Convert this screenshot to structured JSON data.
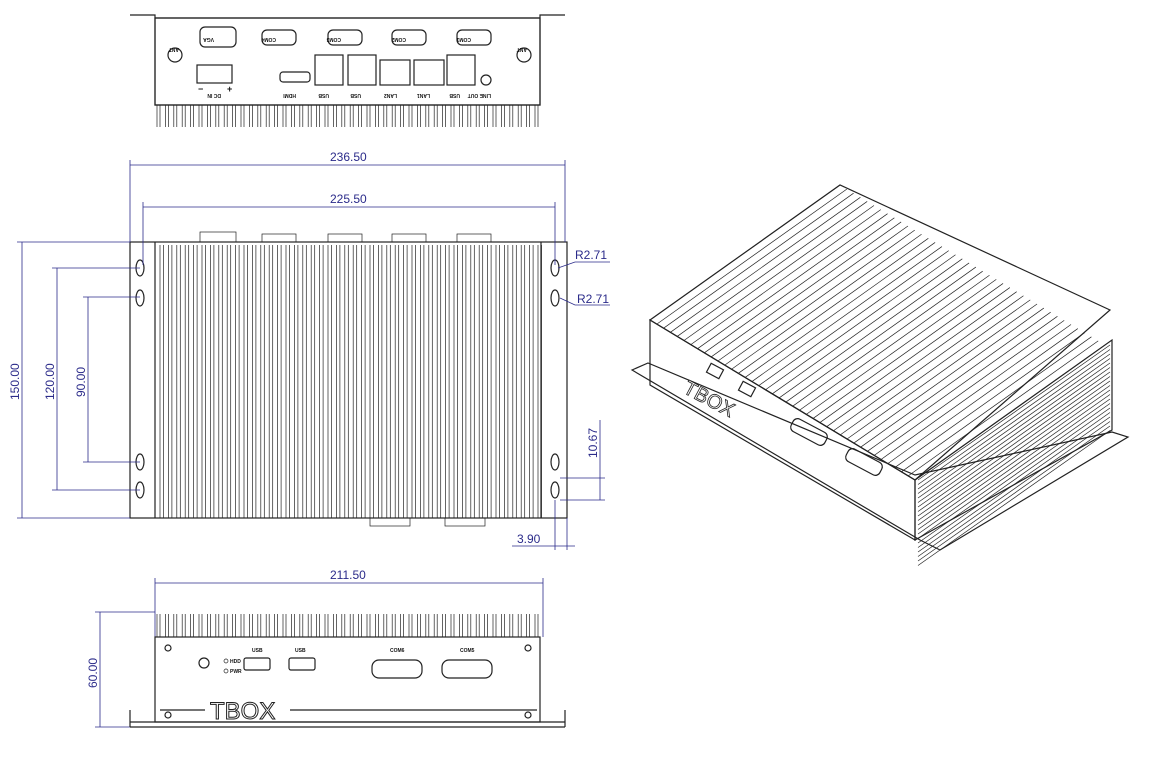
{
  "dimensions": {
    "overall_width": "236.50",
    "hole_spacing_width": "225.50",
    "overall_depth": "150.00",
    "slot_spacing_outer": "120.00",
    "slot_spacing_inner": "90.00",
    "radius_upper": "R2.71",
    "radius_lower": "R2.71",
    "slot_length": "10.67",
    "edge_offset": "3.90",
    "front_width": "211.50",
    "height": "60.00"
  },
  "rear_panel": {
    "labels": [
      "VGA",
      "COM4",
      "COM3",
      "COM2",
      "COM1",
      "ANT",
      "ANT",
      "DC IN",
      "HDMI",
      "USB",
      "USB",
      "LAN2",
      "LAN1",
      "USB",
      "LINE OUT"
    ],
    "dc_minus": "−",
    "dc_plus": "+"
  },
  "front_panel": {
    "brand": "TBOX",
    "labels": [
      "HDD",
      "PWR",
      "USB",
      "USB",
      "COM6",
      "COM5"
    ]
  }
}
